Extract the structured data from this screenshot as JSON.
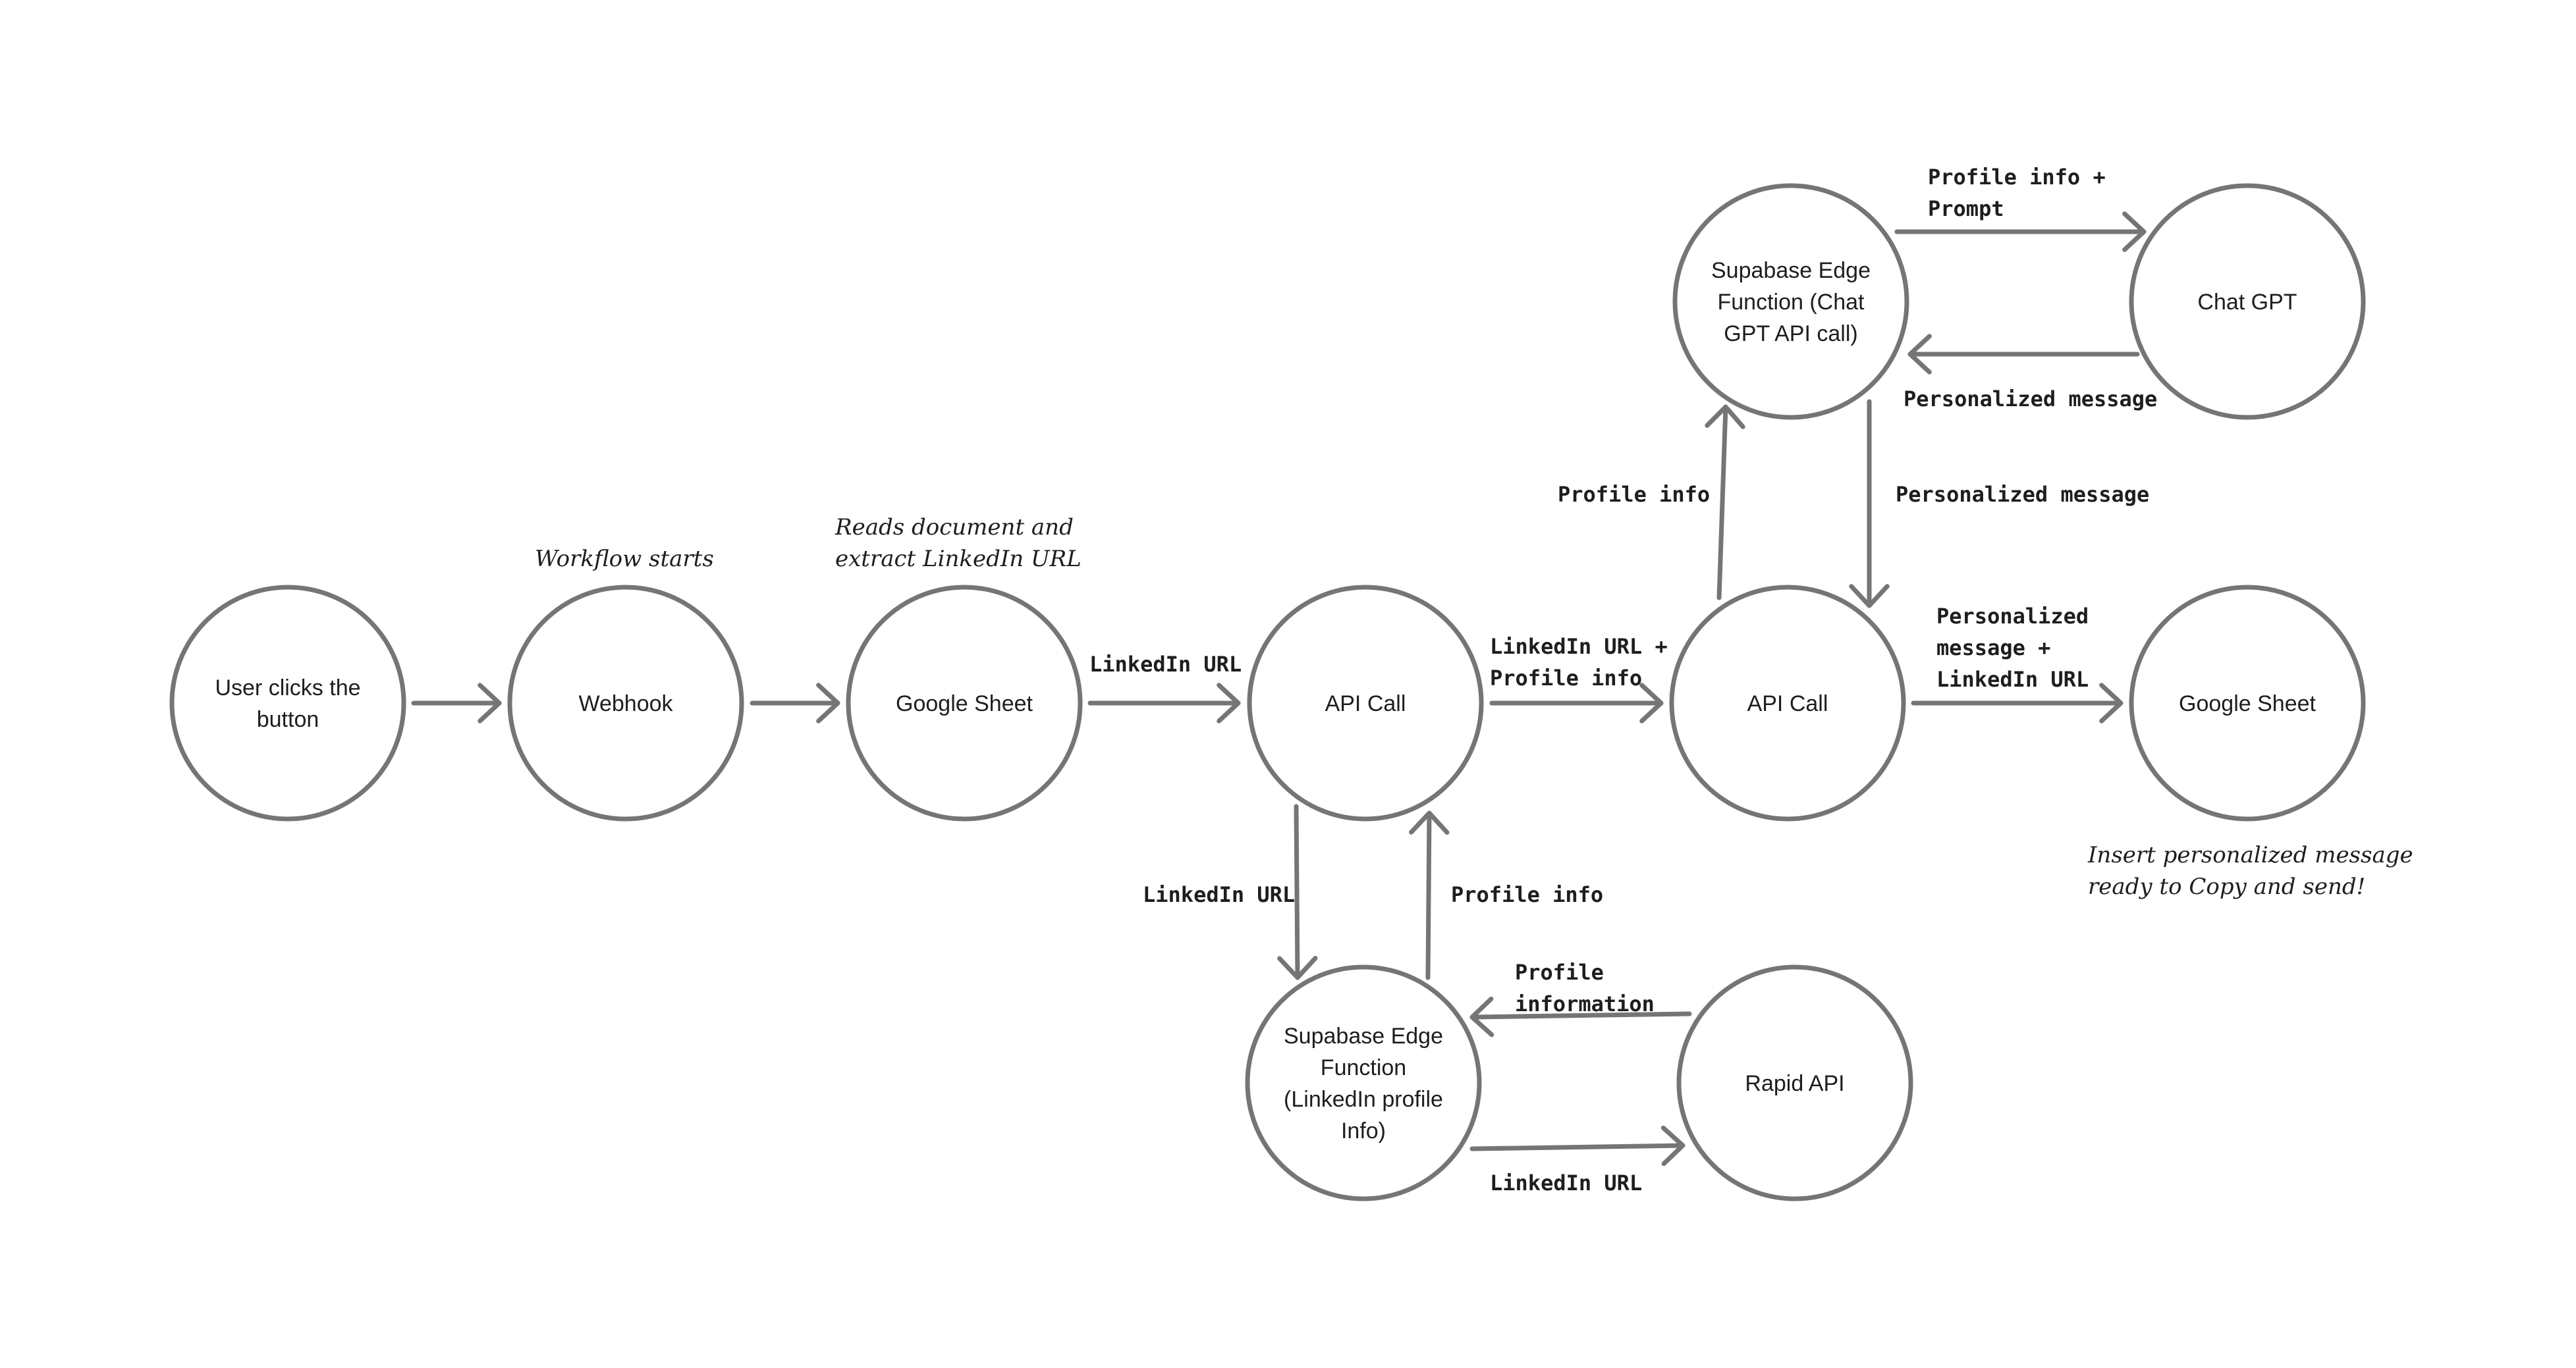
{
  "nodes": [
    {
      "id": "user",
      "label": [
        "User clicks the",
        "button"
      ]
    },
    {
      "id": "webhook",
      "label": [
        "Webhook"
      ]
    },
    {
      "id": "sheet1",
      "label": [
        "Google Sheet"
      ]
    },
    {
      "id": "api1",
      "label": [
        "API Call"
      ]
    },
    {
      "id": "edge_linkedin",
      "label": [
        "Supabase Edge",
        "Function",
        "(LinkedIn profile",
        "Info)"
      ]
    },
    {
      "id": "rapid",
      "label": [
        "Rapid API"
      ]
    },
    {
      "id": "api2",
      "label": [
        "API Call"
      ]
    },
    {
      "id": "edge_gpt",
      "label": [
        "Supabase Edge",
        "Function (Chat",
        "GPT API call)"
      ]
    },
    {
      "id": "chatgpt",
      "label": [
        "Chat GPT"
      ]
    },
    {
      "id": "sheet2",
      "label": [
        "Google Sheet"
      ]
    }
  ],
  "edges": [
    {
      "id": "user-webhook",
      "label": []
    },
    {
      "id": "webhook-sheet1",
      "label": []
    },
    {
      "id": "sheet1-api1",
      "label": [
        "LinkedIn URL"
      ]
    },
    {
      "id": "api1-edgelinkedin",
      "label": [
        "LinkedIn URL"
      ]
    },
    {
      "id": "edgelinkedin-api1",
      "label": [
        "Profile info"
      ]
    },
    {
      "id": "rapid-edgelinkedin",
      "label": [
        "Profile",
        "information"
      ]
    },
    {
      "id": "edgelinkedin-rapid",
      "label": [
        "LinkedIn URL"
      ]
    },
    {
      "id": "api1-api2",
      "label": [
        "LinkedIn URL +",
        "Profile info"
      ]
    },
    {
      "id": "api2-edgegpt",
      "label": [
        "Profile info"
      ]
    },
    {
      "id": "edgegpt-api2",
      "label": [
        "Personalized message"
      ]
    },
    {
      "id": "edgegpt-chatgpt",
      "label": [
        "Profile info +",
        "Prompt"
      ]
    },
    {
      "id": "chatgpt-edgegpt",
      "label": [
        "Personalized message"
      ]
    },
    {
      "id": "api2-sheet2",
      "label": [
        "Personalized",
        "message +",
        "LinkedIn URL"
      ]
    }
  ],
  "notes": [
    {
      "id": "note-webhook",
      "label": [
        "Workflow starts"
      ]
    },
    {
      "id": "note-sheet1",
      "label": [
        "Reads document and",
        "extract LinkedIn URL"
      ]
    },
    {
      "id": "note-sheet2",
      "label": [
        "Insert personalized message",
        "ready to Copy and send!"
      ]
    }
  ]
}
